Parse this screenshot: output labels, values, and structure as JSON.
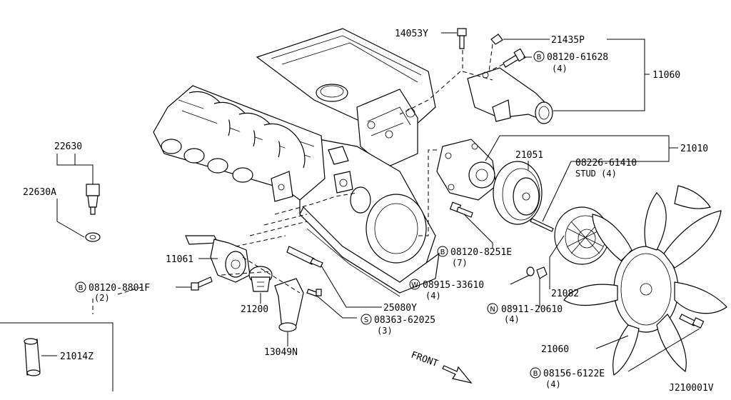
{
  "labels": {
    "p14053y": "14053Y",
    "p21435p": "21435P",
    "p08120_61628": "08120-61628",
    "p08120_61628_qty": "(4)",
    "p11060": "11060",
    "p21010": "21010",
    "p21051": "21051",
    "p08226_61410": "08226-61410",
    "p08226_stud": "STUD (4)",
    "p22630": "22630",
    "p22630a": "22630A",
    "p11061": "11061",
    "p08120_8801f": "08120-8801F",
    "p08120_8801f_qty": "(2)",
    "p08120_8251e": "08120-8251E",
    "p08120_8251e_qty": "(7)",
    "p08915_33610": "08915-33610",
    "p08915_33610_qty": "(4)",
    "p21082": "21082",
    "p08911_20610": "08911-20610",
    "p08911_20610_qty": "(4)",
    "p25080y": "25080Y",
    "p21200": "21200",
    "p08363_62025": "08363-62025",
    "p08363_62025_qty": "(3)",
    "p13049n": "13049N",
    "p21014z": "21014Z",
    "p21060": "21060",
    "p08156_6122e": "08156-6122E",
    "p08156_6122e_qty": "(4)",
    "front": "FRONT",
    "diagram_id": "J210001V"
  },
  "prefixes": {
    "b": "B",
    "w": "W",
    "n": "N",
    "s": "S"
  }
}
